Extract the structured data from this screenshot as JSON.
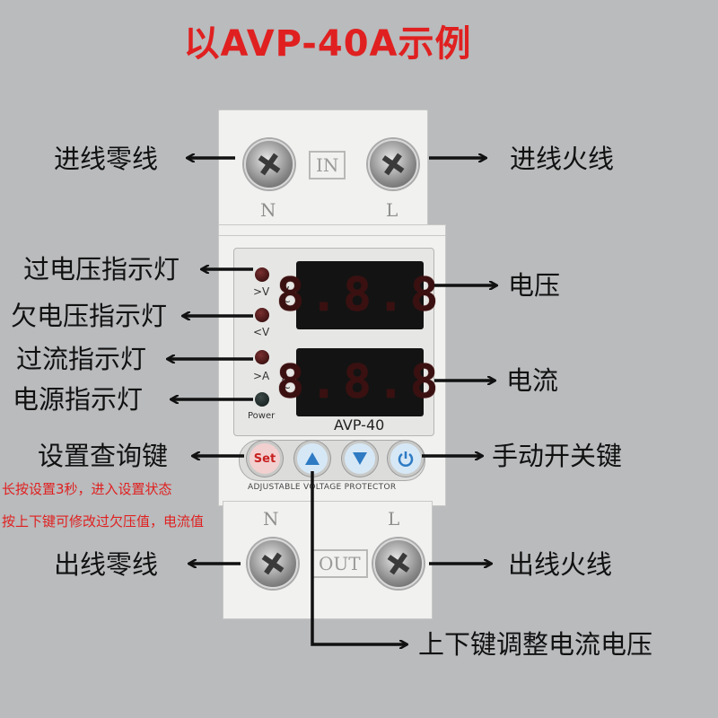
{
  "title": "以AVP-40A示例",
  "labels": {
    "in_neutral": "进线零线",
    "in_live": "进线火线",
    "over_voltage_led": "过电压指示灯",
    "under_voltage_led": "欠电压指示灯",
    "over_current_led": "过流指示灯",
    "power_led": "电源指示灯",
    "voltage": "电压",
    "current": "电流",
    "set_key": "设置查询键",
    "manual_switch": "手动开关键",
    "out_neutral": "出线零线",
    "out_live": "出线火线",
    "updown_keys": "上下键调整电流电压"
  },
  "notes": {
    "line1": "长按设置3秒，进入设置状态",
    "line2": "按上下键可修改过欠压值，电流值"
  },
  "device": {
    "in_box": "IN",
    "out_box": "OUT",
    "term_n": "N",
    "term_l": "L",
    "model": "AVP-40",
    "subtitle": "ADJUSTABLE VOLTAGE PROTECTOR",
    "display_digits": "8.8.8",
    "led_over_v": ">V",
    "led_under_v": "<V",
    "led_over_a": ">A",
    "led_power": "Power",
    "unit_v": "V~",
    "unit_a": "A~",
    "set_button": "Set",
    "up_icon": "up-triangle-icon",
    "down_icon": "down-triangle-icon",
    "power_icon": "power-icon"
  },
  "colors": {
    "title": "#e02020",
    "note": "#e02020",
    "button_blue": "#2e7bc4",
    "set_red": "#c82020"
  }
}
